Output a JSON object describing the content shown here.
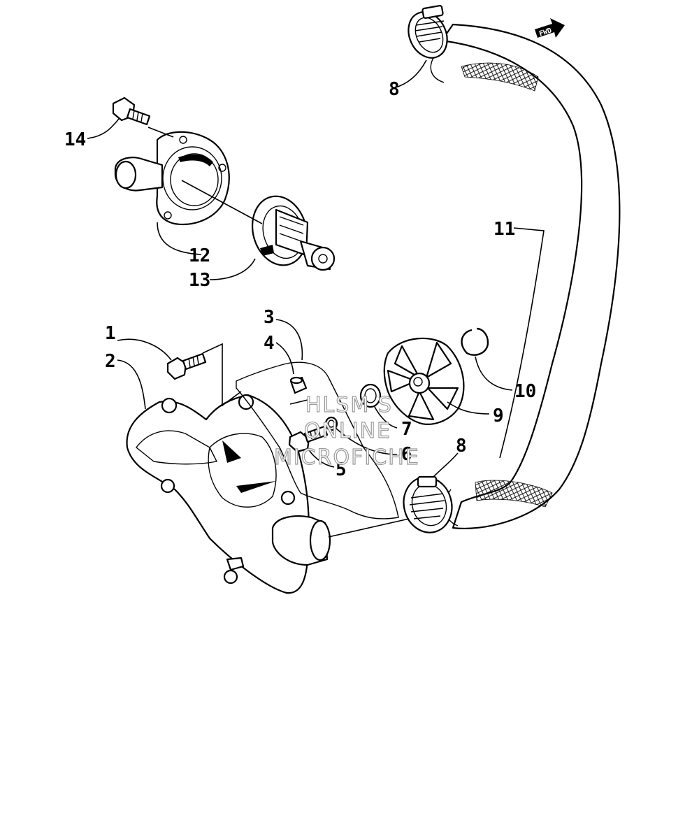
{
  "diagram": {
    "callouts": [
      {
        "id": "c1",
        "text": "1"
      },
      {
        "id": "c2",
        "text": "2"
      },
      {
        "id": "c3",
        "text": "3"
      },
      {
        "id": "c4",
        "text": "4"
      },
      {
        "id": "c5",
        "text": "5"
      },
      {
        "id": "c6",
        "text": "6"
      },
      {
        "id": "c7",
        "text": "7"
      },
      {
        "id": "c8a",
        "text": "8"
      },
      {
        "id": "c8b",
        "text": "8"
      },
      {
        "id": "c9",
        "text": "9"
      },
      {
        "id": "c10",
        "text": "10"
      },
      {
        "id": "c11",
        "text": "11"
      },
      {
        "id": "c12",
        "text": "12"
      },
      {
        "id": "c13",
        "text": "13"
      },
      {
        "id": "c14",
        "text": "14"
      }
    ],
    "fwd_label": "FWD",
    "watermark": [
      "HLSM S",
      "ONLINE",
      "MICROFICHE"
    ]
  }
}
